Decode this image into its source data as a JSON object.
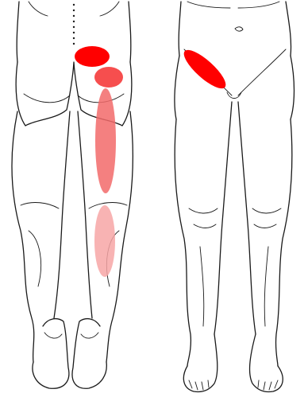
{
  "figure": {
    "views": [
      {
        "id": "posterior-view",
        "pain_zones": [
          {
            "id": "buttock-upper",
            "color": "#ff0000",
            "intensity": 1.0
          },
          {
            "id": "buttock-lower",
            "color": "#f53b3b",
            "intensity": 0.85
          },
          {
            "id": "posterior-thigh",
            "color": "#f26a6a",
            "intensity": 0.7
          },
          {
            "id": "calf",
            "color": "#f7a6a6",
            "intensity": 0.45
          }
        ]
      },
      {
        "id": "anterior-view",
        "pain_zones": [
          {
            "id": "groin-inguinal",
            "color": "#ff0000",
            "intensity": 1.0
          }
        ]
      }
    ]
  }
}
